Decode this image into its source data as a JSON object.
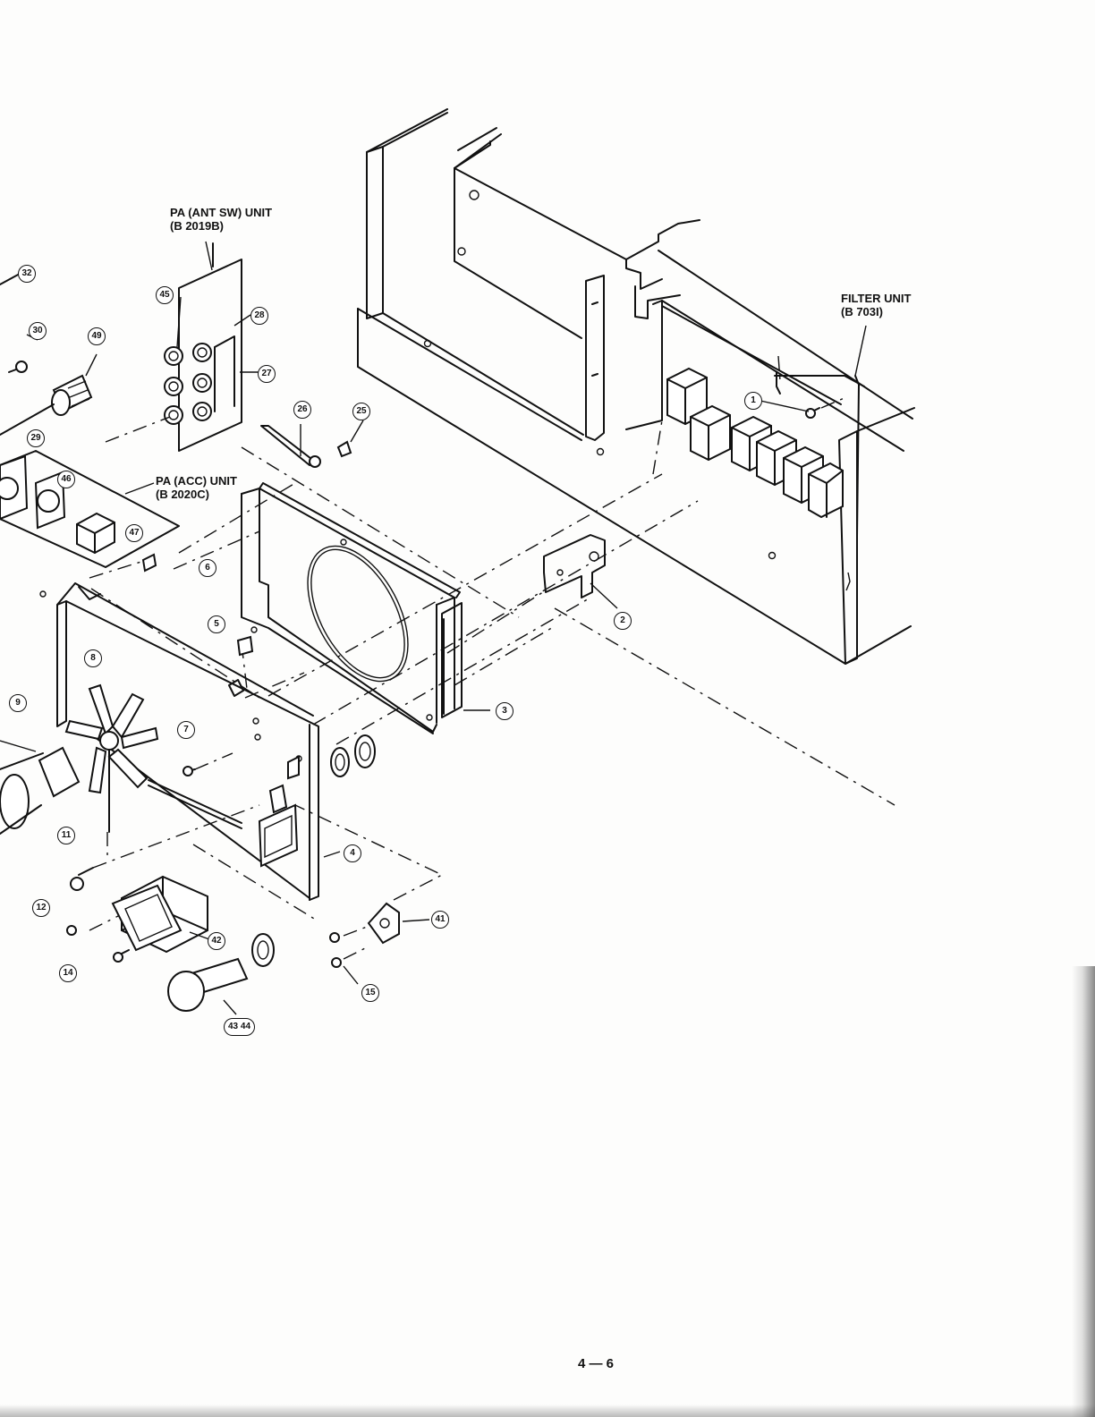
{
  "labels": {
    "pa_ant_sw_unit": {
      "line1": "PA (ANT SW) UNIT",
      "line2": "(B 2019B)"
    },
    "pa_acc_unit": {
      "line1": "PA (ACC) UNIT",
      "line2": "(B 2020C)"
    },
    "filter_unit": {
      "line1": "FILTER UNIT",
      "line2": "(B 703I)"
    }
  },
  "callouts": {
    "c1": "1",
    "c2": "2",
    "c3": "3",
    "c4": "4",
    "c5": "5",
    "c6": "6",
    "c7": "7",
    "c8": "8",
    "c9": "9",
    "c11": "11",
    "c12": "12",
    "c14": "14",
    "c15": "15",
    "c25": "25",
    "c26": "26",
    "c27": "27",
    "c28": "28",
    "c29": "29",
    "c30": "30",
    "c32": "32",
    "c41": "41",
    "c42": "42",
    "c43_44": "43 44",
    "c45": "45",
    "c46": "46",
    "c47": "47",
    "c49": "49"
  },
  "page_number": "4 — 6"
}
